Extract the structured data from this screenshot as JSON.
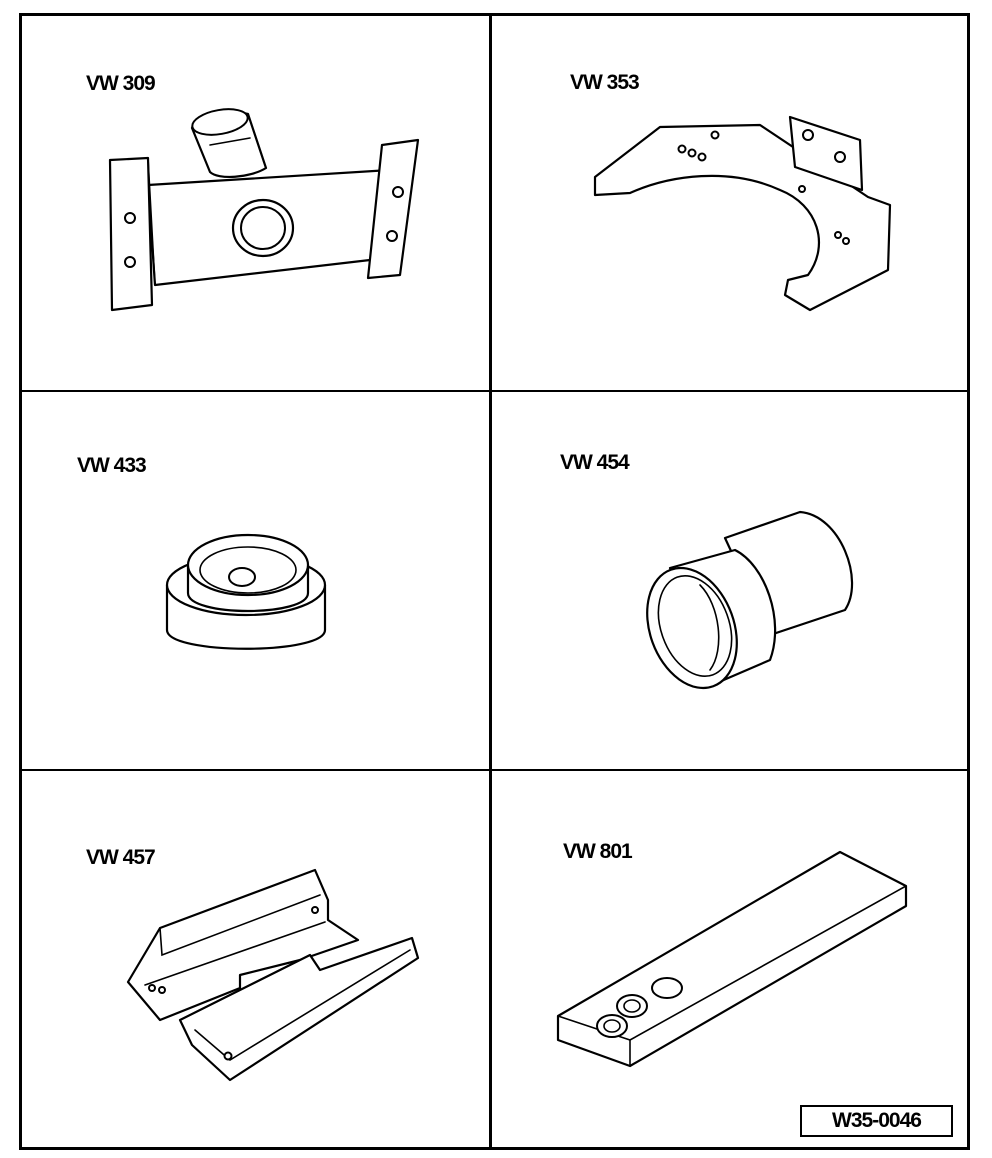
{
  "tools": [
    {
      "id": "vw309",
      "label": "VW 309"
    },
    {
      "id": "vw353",
      "label": "VW 353"
    },
    {
      "id": "vw433",
      "label": "VW 433"
    },
    {
      "id": "vw454",
      "label": "VW 454"
    },
    {
      "id": "vw457",
      "label": "VW 457"
    },
    {
      "id": "vw801",
      "label": "VW 801"
    }
  ],
  "figure_ref": "W35-0046"
}
